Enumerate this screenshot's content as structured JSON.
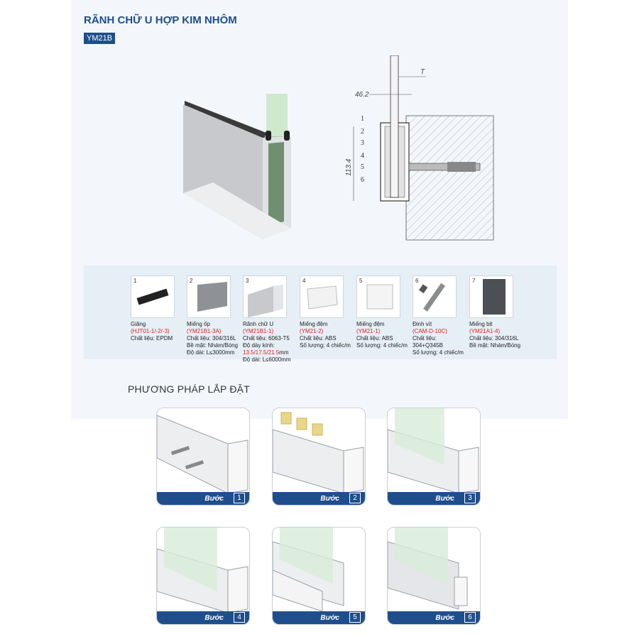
{
  "header": {
    "title": "RÃNH CHỮ U HỢP KIM NHÔM",
    "code": "YM21B"
  },
  "diagram": {
    "dim_top": "46.2",
    "dim_t": "T",
    "dim_height": "113.4",
    "callouts": [
      "1",
      "2",
      "3",
      "4",
      "5",
      "6"
    ]
  },
  "components": [
    {
      "num": "1",
      "name": "Giăng",
      "code": "(HJT01-1/-2/-3)",
      "lines": [
        "Chất liệu: EPDM"
      ]
    },
    {
      "num": "2",
      "name": "Miếng ốp",
      "code": "(YM21B1-3A)",
      "lines": [
        "Chất liệu: 304/316L",
        "Bề mặt: Nhám/Bóng",
        "Độ dài: L≤3000mm"
      ]
    },
    {
      "num": "3",
      "name": "Rãnh chữ U",
      "code": "(YM21B1-1)",
      "lines": [
        "Chất liệu: 6063-T5",
        "Độ dày kính:"
      ],
      "red_line": "13.5/17.5/21.5",
      "red_suffix": "mm",
      "lines2": [
        "Độ dài: L≤6000mm"
      ]
    },
    {
      "num": "4",
      "name": "Miếng đệm",
      "code": "(YM21-2)",
      "lines": [
        "Chất liệu: ABS",
        "Số lượng: 4 chiếc/m"
      ]
    },
    {
      "num": "5",
      "name": "Miếng đệm",
      "code": "(YM21-1)",
      "lines": [
        "Chất liệu: ABS",
        "Số lượng: 4 chiếc/m"
      ]
    },
    {
      "num": "6",
      "name": "Đinh vít",
      "code": "(CAM-D-10C)",
      "lines": [
        "Chất liệu: 304+Q345B",
        "Số lượng: 4 chiếc/m"
      ]
    },
    {
      "num": "7",
      "name": "Miếng bịt",
      "code": "(YM21A1-4)",
      "lines": [
        "Chất liệu: 304/316L",
        "Bề mặt: Nhám/Bóng"
      ]
    }
  ],
  "install": {
    "title": "PHƯƠNG PHÁP LẮP ĐẶT",
    "step_label": "Bước",
    "steps": [
      "1",
      "2",
      "3",
      "4",
      "5",
      "6"
    ]
  },
  "colors": {
    "brand_blue": "#1f4e8c",
    "code_red": "#d22222",
    "glass_green": "#cfe9cf"
  }
}
